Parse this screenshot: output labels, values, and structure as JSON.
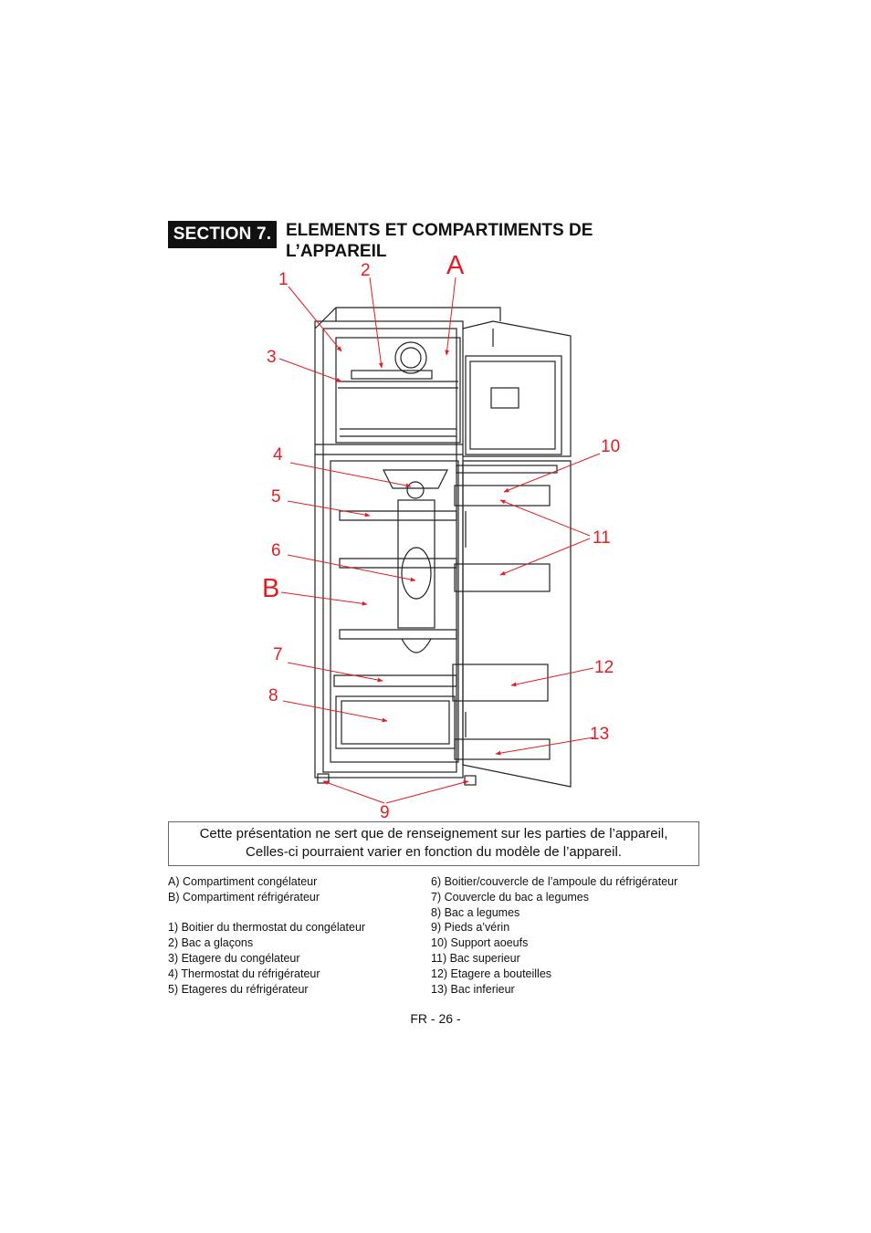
{
  "header": {
    "section_label": "SECTION 7.",
    "title_line1": "ELEMENTS ET COMPARTIMENTS DE",
    "title_line2": "L’APPAREIL"
  },
  "diagram": {
    "callouts": {
      "c1": "1",
      "c2": "2",
      "cA": "A",
      "c3": "3",
      "c4": "4",
      "c5": "5",
      "c6": "6",
      "cB": "B",
      "c7": "7",
      "c8": "8",
      "c9": "9",
      "c10": "10",
      "c11": "11",
      "c12": "12",
      "c13": "13"
    },
    "callout_color": "#e01e24",
    "line_color": "#222222"
  },
  "notice": {
    "line1": "Cette présentation ne sert que de renseignement sur les parties de l’appareil,",
    "line2": "Celles-ci pourraient varier en fonction du modèle de l’appareil."
  },
  "legend": {
    "left": [
      "A) Compartiment congélateur",
      "B) Compartiment réfrigérateur",
      "",
      "1) Boitier du thermostat du congélateur",
      "2) Bac a glaçons",
      "3) Etagere du congélateur",
      "4) Thermostat du réfrigérateur",
      "5) Etageres du réfrigérateur"
    ],
    "right": [
      "6) Boitier/couvercle de l’ampoule du réfrigérateur",
      "7) Couvercle du bac a legumes",
      "8) Bac a legumes",
      "9) Pieds a’vérin",
      "10) Support aoeufs",
      "11) Bac superieur",
      "12) Etagere a bouteilles",
      "13) Bac inferieur"
    ]
  },
  "footer": {
    "page_label": "FR - 26 -"
  }
}
